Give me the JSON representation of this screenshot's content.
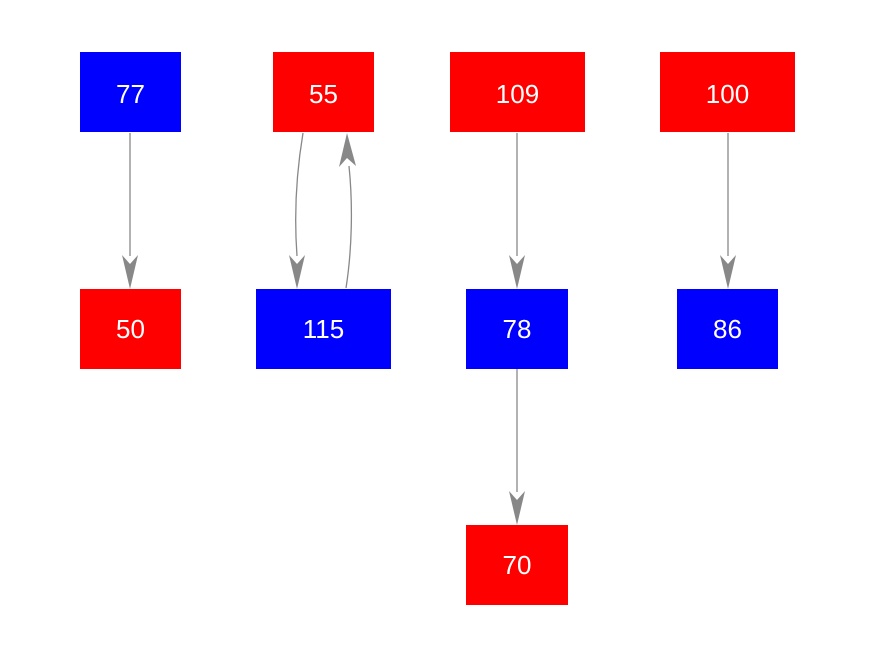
{
  "colors": {
    "red": "#ff0000",
    "blue": "#0000ff",
    "edge": "#888888",
    "label": "#ffffff",
    "background": "#ffffff"
  },
  "nodes": [
    {
      "id": "n77",
      "label": "77",
      "color": "blue"
    },
    {
      "id": "n55",
      "label": "55",
      "color": "red"
    },
    {
      "id": "n109",
      "label": "109",
      "color": "red"
    },
    {
      "id": "n100",
      "label": "100",
      "color": "red"
    },
    {
      "id": "n50",
      "label": "50",
      "color": "red"
    },
    {
      "id": "n115",
      "label": "115",
      "color": "blue"
    },
    {
      "id": "n78",
      "label": "78",
      "color": "blue"
    },
    {
      "id": "n86",
      "label": "86",
      "color": "blue"
    },
    {
      "id": "n70",
      "label": "70",
      "color": "red"
    }
  ],
  "edges": [
    {
      "from": "77",
      "to": "50"
    },
    {
      "from": "55",
      "to": "115"
    },
    {
      "from": "115",
      "to": "55"
    },
    {
      "from": "109",
      "to": "78"
    },
    {
      "from": "100",
      "to": "86"
    },
    {
      "from": "78",
      "to": "70"
    }
  ]
}
